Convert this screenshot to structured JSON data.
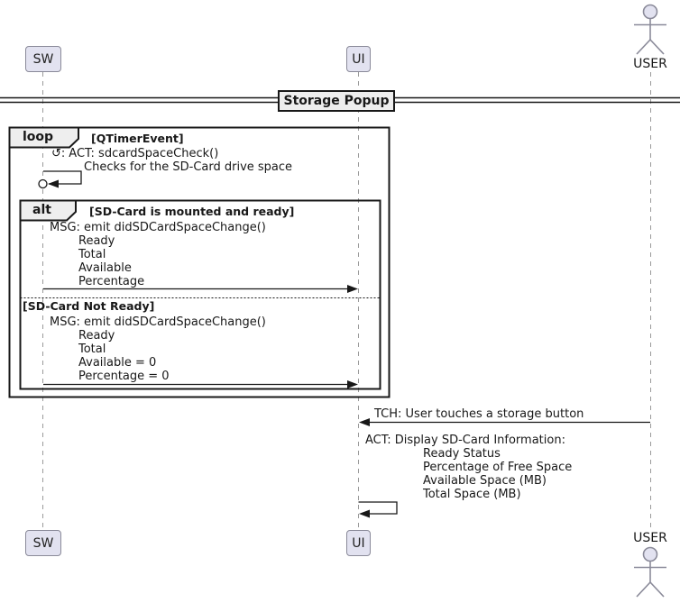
{
  "colors": {
    "participant_fill": "#E2E2F0",
    "participant_border": "#8A8A99",
    "fragment_border": "#181818",
    "fragment_header_fill": "#EEEEEE",
    "divider_fill": "#EEEEEE",
    "lifeline": "#9A9A9A",
    "arrow": "#181818",
    "text": "#181818"
  },
  "participants": {
    "sw": {
      "label": "SW"
    },
    "ui": {
      "label": "UI"
    },
    "user": {
      "label": "USER"
    }
  },
  "divider": {
    "title": "Storage Popup"
  },
  "loop_fragment": {
    "operator": "loop",
    "condition": "[QTimerEvent]"
  },
  "alt_fragment": {
    "operator": "alt",
    "condition": "[SD-Card is mounted and ready]",
    "else_condition": "[SD-Card Not Ready]"
  },
  "messages": {
    "sdcard_check": {
      "icon": "↺:",
      "title": "ACT: sdcardSpaceCheck()",
      "subtitle": "Checks for the SD-Card drive space"
    },
    "emit_ready": {
      "lines": [
        "MSG: emit didSDCardSpaceChange()",
        "Ready",
        "Total",
        "Available",
        "Percentage"
      ]
    },
    "emit_not_ready": {
      "lines": [
        "MSG: emit didSDCardSpaceChange()",
        "Ready",
        "Total",
        "Available = 0",
        "Percentage = 0"
      ]
    },
    "touch": {
      "text": "TCH: User touches a storage button"
    },
    "display_info": {
      "lines": [
        "ACT: Display SD-Card Information:",
        "Ready Status",
        "Percentage of Free Space",
        "Available Space (MB)",
        "Total Space (MB)"
      ]
    }
  }
}
